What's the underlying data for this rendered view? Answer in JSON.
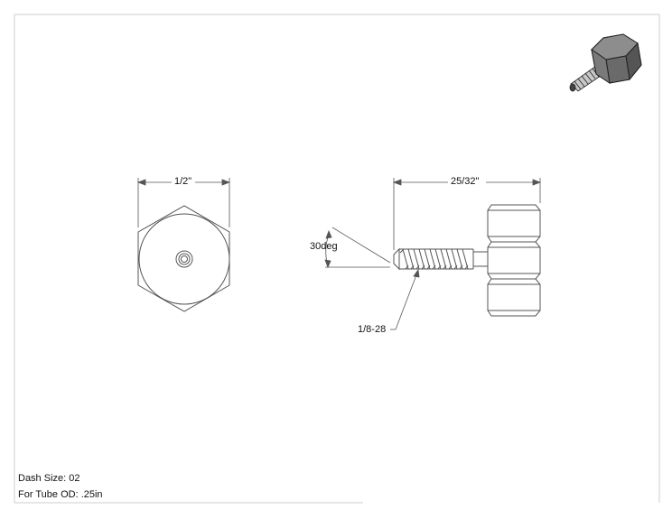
{
  "dimensions": {
    "hex_width": "1/2\"",
    "overall_length": "25/32\"",
    "tip_angle": "30deg",
    "thread": "1/8-28"
  },
  "notes": {
    "dash_size": "Dash Size: 02",
    "tube_od": "For Tube OD: .25in"
  },
  "colors": {
    "line": "#555555",
    "frame": "#cfcfcf",
    "hex_dark": "#5a5a5a",
    "hex_light": "#9a9a9a"
  }
}
